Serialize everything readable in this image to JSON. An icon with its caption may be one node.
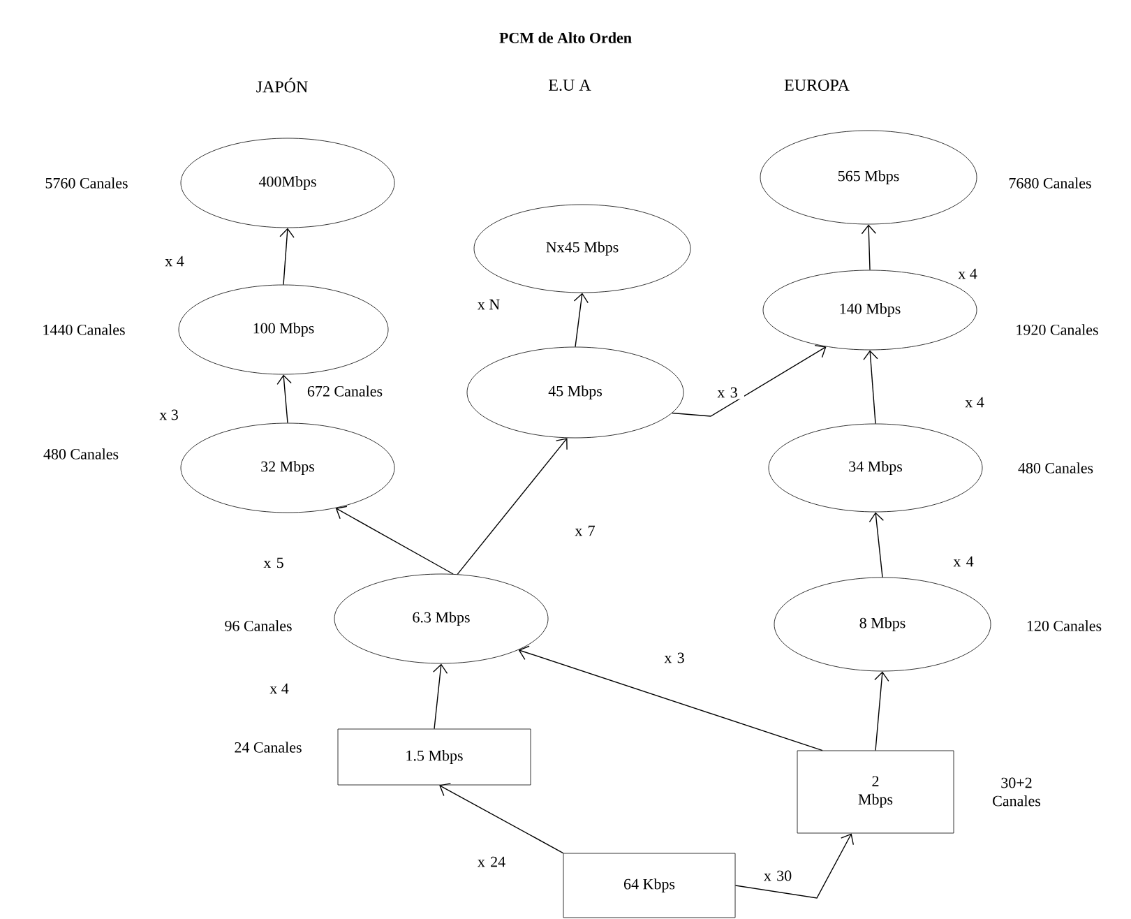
{
  "diagram": {
    "title": "PCM de Alto Orden",
    "nodes": [
      {
        "text": [
          "400Mbps"
        ],
        "beside": [
          "5760 Canales"
        ]
      },
      {
        "text": [
          "100 Mbps"
        ],
        "beside": [
          "1440 Canales"
        ]
      },
      {
        "text": [
          "32 Mbps"
        ]
      },
      {
        "text": [
          "6.3 Mbps"
        ],
        "beside": [
          "96 Canales"
        ]
      },
      {
        "text": [
          "1.5 Mbps"
        ],
        "beside": [
          "24 Canales"
        ]
      },
      {
        "text": [
          "64 Kbps"
        ]
      },
      {
        "text": [
          "Nx45 Mbps"
        ]
      },
      {
        "text": [
          "45 Mbps"
        ]
      },
      {
        "text": [
          "565 Mbps"
        ],
        "beside": [
          "7680 Canales"
        ]
      },
      {
        "text": [
          "140 Mbps"
        ],
        "beside": [
          "1920 Canales"
        ]
      },
      {
        "text": [
          "34 Mbps"
        ],
        "beside": [
          "480 Canales"
        ]
      },
      {
        "text": [
          "8 Mbps"
        ],
        "beside": [
          "120 Canales"
        ]
      },
      {
        "text": [
          "2 Mbps"
        ],
        "beside": [
          "30+2 Canales"
        ]
      }
    ],
    "edges": [
      {
        "from": 1,
        "to": 0,
        "arrow": "to"
      },
      {
        "from": 2,
        "to": 1,
        "arrow": "to"
      },
      {
        "from": 3,
        "to": 2,
        "arrow": "to",
        "label": "x 5"
      },
      {
        "from": 4,
        "to": 3,
        "arrow": "to"
      },
      {
        "from": 5,
        "to": 4,
        "arrow": "to",
        "label": "x 24"
      },
      {
        "from": 3,
        "to": 7,
        "arrow": "to",
        "label": "x 7"
      },
      {
        "from": 7,
        "to": 6,
        "arrow": "to"
      },
      {
        "from": 7,
        "to": 9,
        "arrow": "to",
        "label": "x 3"
      },
      {
        "from": 9,
        "to": 8,
        "arrow": "to"
      },
      {
        "from": 10,
        "to": 9,
        "arrow": "to"
      },
      {
        "from": 11,
        "to": 10,
        "arrow": "to",
        "label": "x 4"
      },
      {
        "from": 12,
        "to": 11,
        "arrow": "to"
      },
      {
        "from": 12,
        "to": 3,
        "arrow": "to",
        "label": "x 3"
      },
      {
        "from": 5,
        "to": 12,
        "arrow": "to",
        "label": "x 30"
      }
    ],
    "labels": [
      "JAPÓN",
      "E.U A",
      "EUROPA",
      "x 4",
      "x N",
      "x 4",
      "x 3",
      "672 Canales",
      "480 Canales",
      "x 4",
      "x 4"
    ]
  }
}
